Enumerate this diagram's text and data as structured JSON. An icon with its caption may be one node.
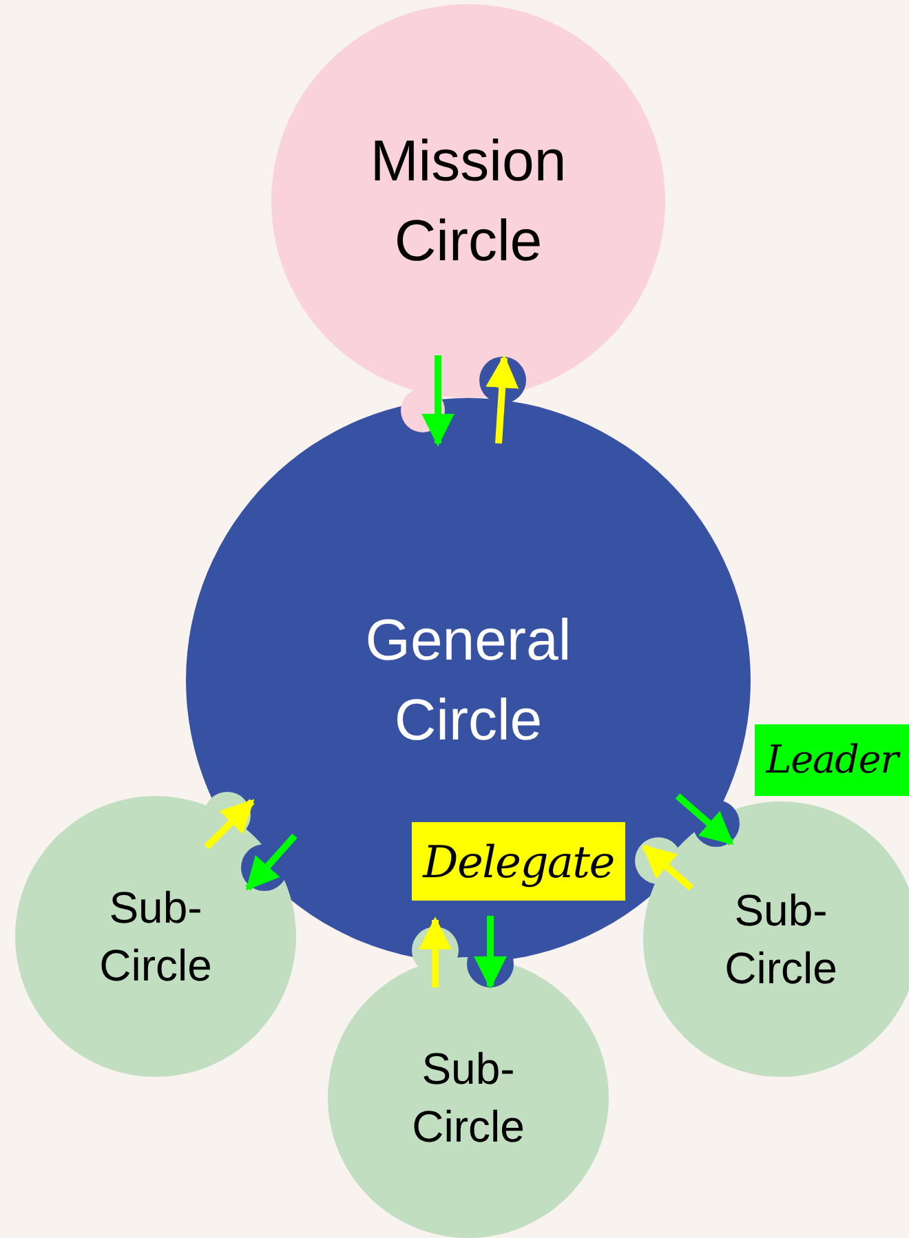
{
  "diagram": {
    "nodes": [
      {
        "text": [
          "Mission Circle"
        ]
      },
      {
        "text": [
          "General Circle"
        ]
      },
      {
        "text": [
          "Sub-Circle"
        ]
      },
      {
        "text": [
          "Sub-Circle"
        ]
      },
      {
        "text": [
          "Sub-Circle"
        ]
      }
    ],
    "edges": [
      {
        "from": 0,
        "to": 1,
        "arrow": "to",
        "color": "#00ff00"
      },
      {
        "from": 1,
        "to": 0,
        "arrow": "to",
        "color": "#ffff00"
      },
      {
        "from": 1,
        "to": 2,
        "arrow": "to",
        "color": "#00ff00"
      },
      {
        "from": 2,
        "to": 1,
        "arrow": "to",
        "color": "#ffff00"
      },
      {
        "from": 1,
        "to": 3,
        "arrow": "to",
        "color": "#00ff00"
      },
      {
        "from": 3,
        "to": 1,
        "arrow": "to",
        "color": "#ffff00"
      },
      {
        "from": 1,
        "to": 4,
        "arrow": "to",
        "color": "#00ff00",
        "label": "Leader"
      },
      {
        "from": 4,
        "to": 1,
        "arrow": "to",
        "color": "#ffff00",
        "label": "Delegate"
      }
    ]
  }
}
